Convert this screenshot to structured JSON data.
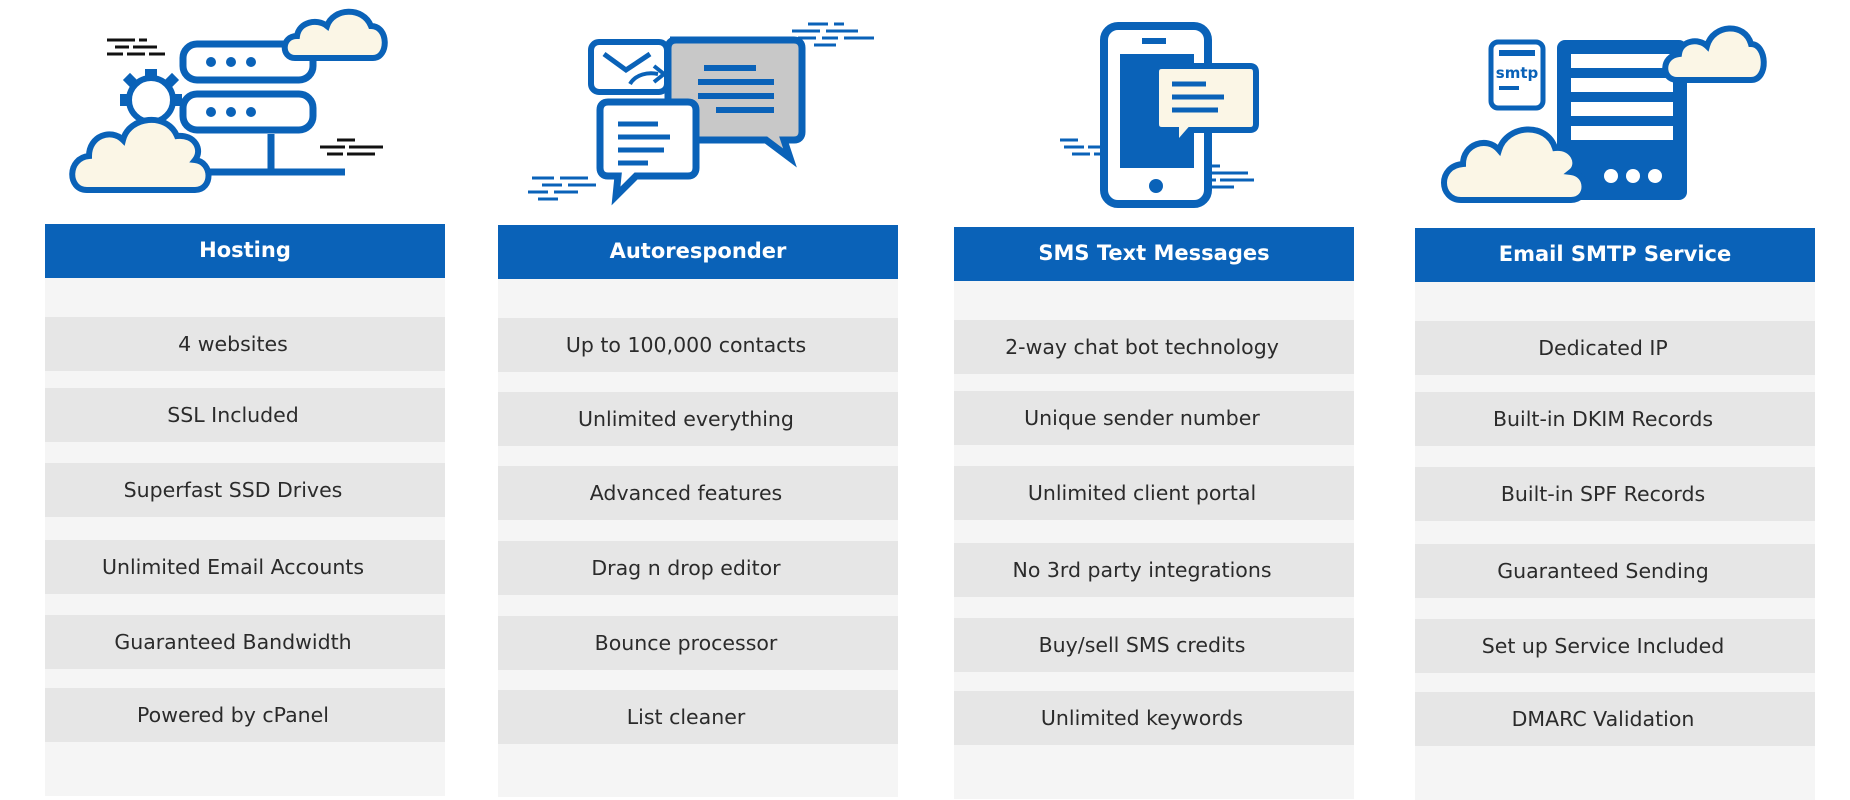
{
  "colors": {
    "brand_blue": "#0a62b8",
    "row_dark": "#e6e6e6",
    "row_light": "#f5f5f5",
    "cloud_fill": "#fbf6e6",
    "bubble_gray": "#c8c8c8"
  },
  "columns": [
    {
      "title": "Hosting",
      "icon": "server-cloud-icon",
      "features": [
        "4 websites",
        "SSL Included",
        "Superfast SSD Drives",
        "Unlimited Email Accounts",
        "Guaranteed Bandwidth",
        "Powered by cPanel"
      ]
    },
    {
      "title": "Autoresponder",
      "icon": "chat-email-icon",
      "features": [
        "Up to 100,000 contacts",
        "Unlimited everything",
        "Advanced features",
        "Drag n drop editor",
        "Bounce processor",
        "List cleaner"
      ]
    },
    {
      "title": "SMS Text Messages",
      "icon": "smartphone-message-icon",
      "features": [
        "2-way chat bot technology",
        "Unique sender number",
        "Unlimited client portal",
        "No 3rd party integrations",
        "Buy/sell SMS credits",
        "Unlimited keywords"
      ]
    },
    {
      "title": "Email SMTP Service",
      "icon": "smtp-server-icon",
      "icon_label": "smtp",
      "features": [
        "Dedicated IP",
        "Built-in DKIM Records",
        "Built-in SPF Records",
        "Guaranteed Sending",
        "Set up Service Included",
        "DMARC Validation"
      ]
    }
  ]
}
